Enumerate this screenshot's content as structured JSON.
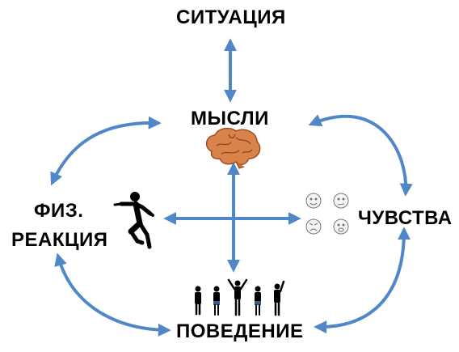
{
  "diagram": {
    "nodes": {
      "situation": "СИТУАЦИЯ",
      "thoughts": "МЫСЛИ",
      "feelings": "ЧУВСТВА",
      "physical_line1": "ФИЗ.",
      "physical_line2": "РЕАКЦИЯ",
      "behavior": "ПОВЕДЕНИЕ"
    },
    "icons": {
      "thoughts": "brain-icon",
      "feelings": "emoji-faces-icon",
      "physical": "running-man-icon",
      "behavior": "people-silhouettes-icon"
    },
    "colors": {
      "arrow": "#4F87C9",
      "brain": "#D9824A",
      "text": "#000000"
    }
  }
}
